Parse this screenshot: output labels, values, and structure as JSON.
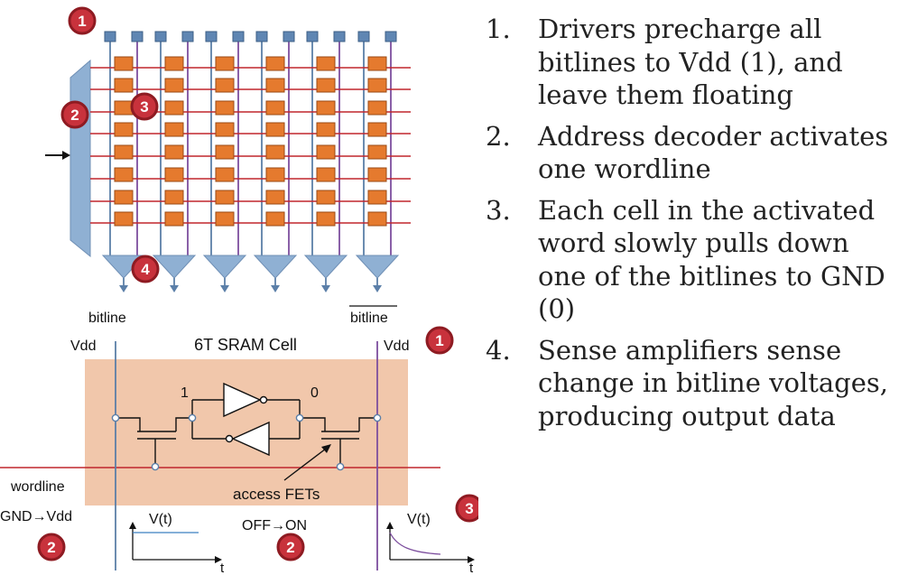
{
  "steps": [
    {
      "number": "1.",
      "text": "Drivers precharge all bitlines to Vdd (1), and leave them floating"
    },
    {
      "number": "2.",
      "text": "Address decoder activates one wordline"
    },
    {
      "number": "3.",
      "text": "Each cell in the activated word slowly pulls down one of the bitlines to GND (0)"
    },
    {
      "number": "4.",
      "text": "Sense amplifiers sense change in bitline voltages, producing output data"
    }
  ],
  "cell": {
    "title": "6T SRAM Cell",
    "bitline": "bitline",
    "bitline_bar": "bitline",
    "vdd_left": "Vdd",
    "vdd_right": "Vdd",
    "node_left": "1",
    "node_right": "0",
    "wordline": "wordline",
    "wordline_transition": "GND→Vdd",
    "access_fets": "access FETs",
    "fet_transition": "OFF→ON",
    "plot_v": "V(t)",
    "plot_t": "t"
  },
  "badges": {
    "b1": "1",
    "b2": "2",
    "b3": "3",
    "b4": "4"
  },
  "colors": {
    "wordline": "#c0272d",
    "bitline": "#5b7fa8",
    "bitline_bar": "#7d4f9e",
    "cell": "#e57a2e",
    "decoder": "#8fb0d3",
    "cell_bg": "#f1c7ab",
    "badge": "#c8323c"
  }
}
